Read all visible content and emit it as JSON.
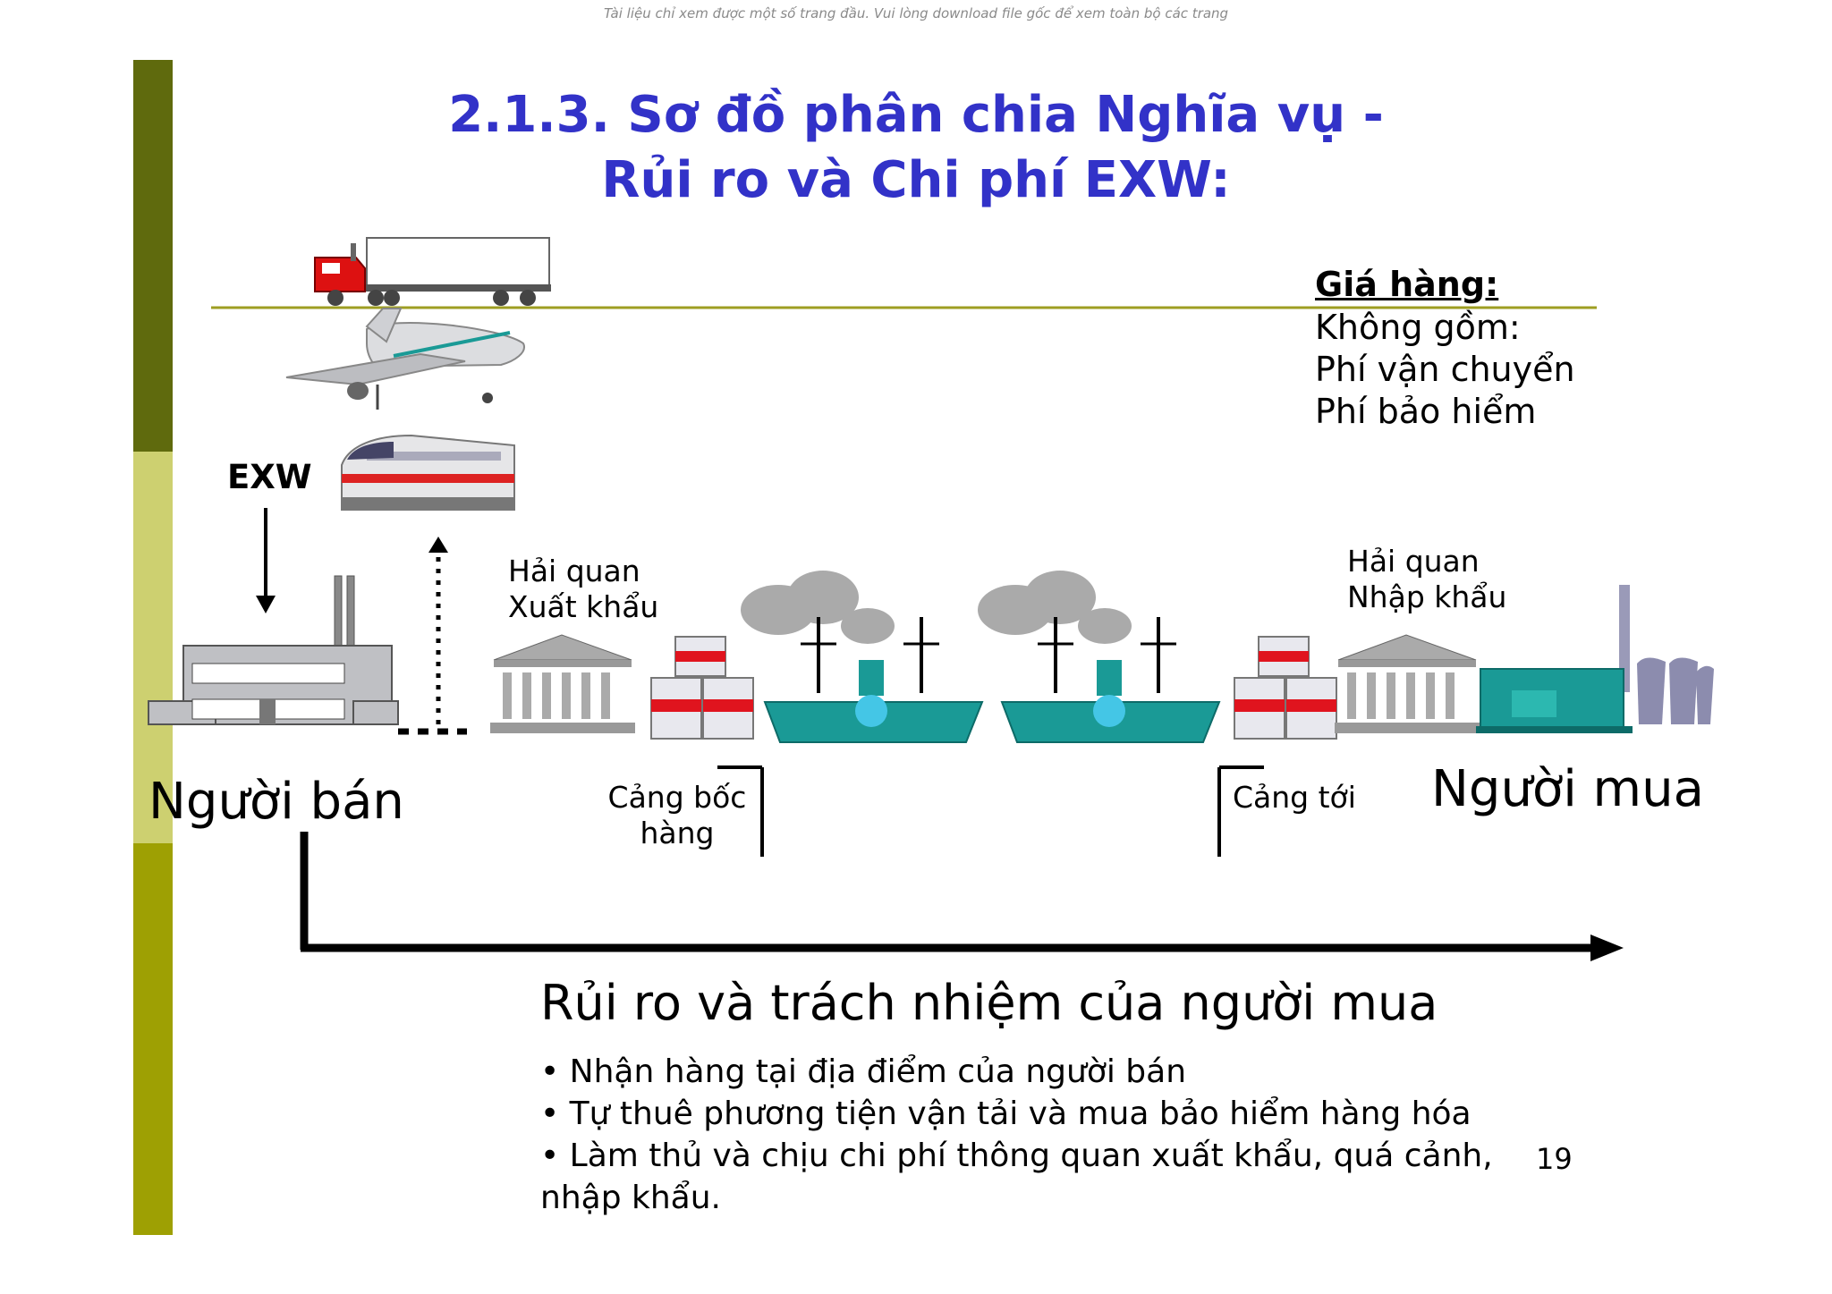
{
  "watermark": "Tài liệu chỉ xem được một số trang đầu. Vui lòng download file gốc để xem toàn bộ các trang",
  "title": {
    "line1": "2.1.3. Sơ đồ phân chia Nghĩa vụ -",
    "line2": "Rủi ro và Chi phí EXW:"
  },
  "exw_label": "EXW",
  "price": {
    "title": "Giá hàng:",
    "lines": [
      "Không gồm:",
      "Phí vận chuyển",
      "Phí bảo hiểm"
    ]
  },
  "customs_export": [
    "Hải quan",
    "Xuất khẩu"
  ],
  "customs_import": [
    "Hải quan",
    "Nhập khẩu"
  ],
  "seller": "Người bán",
  "buyer": "Người mua",
  "port_loading": [
    "Cảng bốc",
    "hàng"
  ],
  "port_destination": "Cảng tới",
  "risk_title": "Rủi ro và trách nhiệm của người mua",
  "bullets": [
    "• Nhận hàng tại địa điểm của người bán",
    "• Tự thuê phương tiện vận tải và mua bảo hiểm hàng hóa",
    "• Làm thủ và chịu chi phí thông quan xuất khẩu, quá cảnh,",
    "nhập khẩu."
  ],
  "page_number": "19",
  "colors": {
    "title": "#3232c8",
    "bar_dark": "#5f6a0d",
    "bar_light": "#cdd070",
    "bar_mid": "#9ea003",
    "ship": "#1a9a96",
    "red": "#e0141e"
  }
}
